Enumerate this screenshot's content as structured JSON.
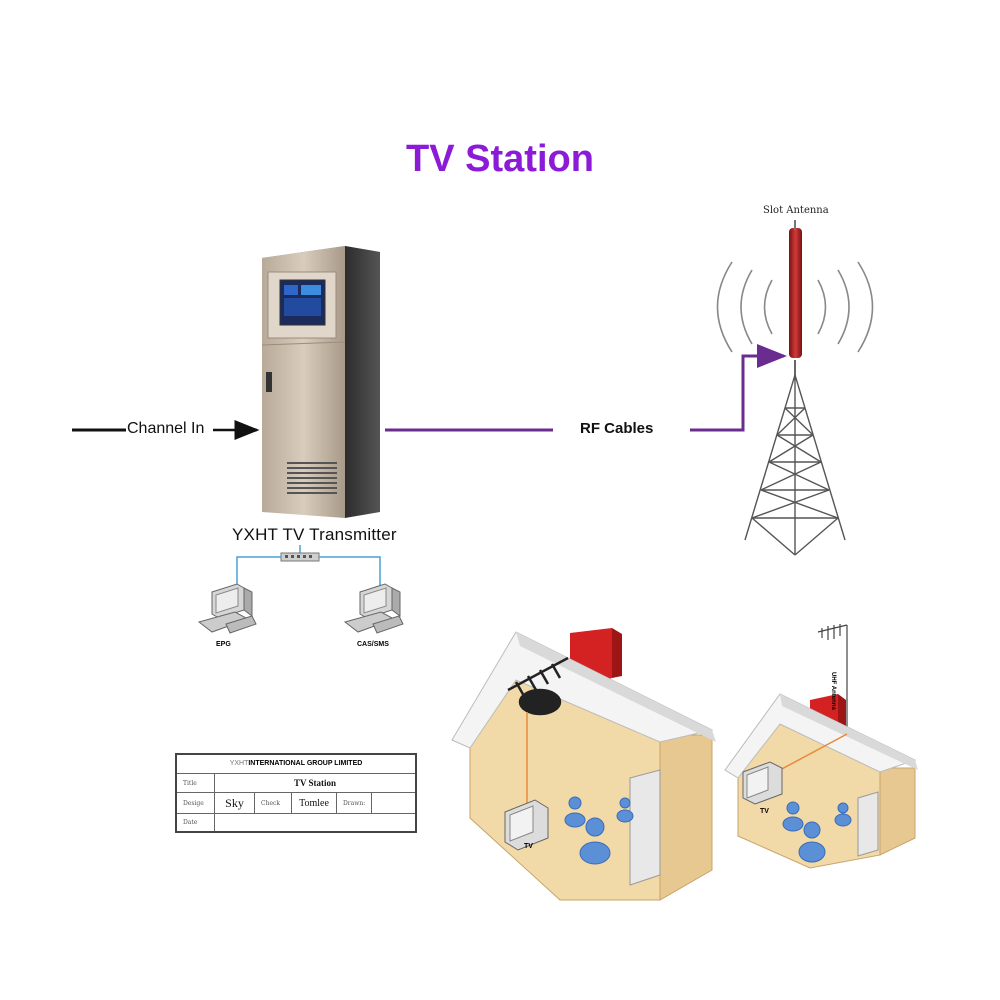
{
  "diagram": {
    "title": "TV Station",
    "labels": {
      "channel_in": "Channel In",
      "rf_cables": "RF Cables",
      "transmitter": "YXHT TV Transmitter",
      "slot_antenna": "Slot Antenna",
      "epg": "EPG",
      "cas_sms": "CAS/SMS",
      "tv_house_1": "TV",
      "tv_house_2": "TV",
      "uhf_antenna": "UHF Antenna"
    },
    "title_block": {
      "company_prefix": "YXHT",
      "company_name": "INTERNATIONAL GROUP LIMITED",
      "title_label": "Title",
      "title_value": "TV Station",
      "design_label": "Desige",
      "design_value": "Sky",
      "check_label": "Check",
      "check_value": "Tomlee",
      "drawn_label": "Drawn:",
      "date_label": "Date"
    },
    "colors": {
      "title": "#8b1bd6",
      "rf_line": "#6a2c8f",
      "signal_line": "#111111",
      "tower_mast": "#b51f1f",
      "chimney": "#d42222",
      "cable_orange": "#e88a3a",
      "network_line": "#4aa0d8",
      "people": "#5b8fd6"
    }
  }
}
